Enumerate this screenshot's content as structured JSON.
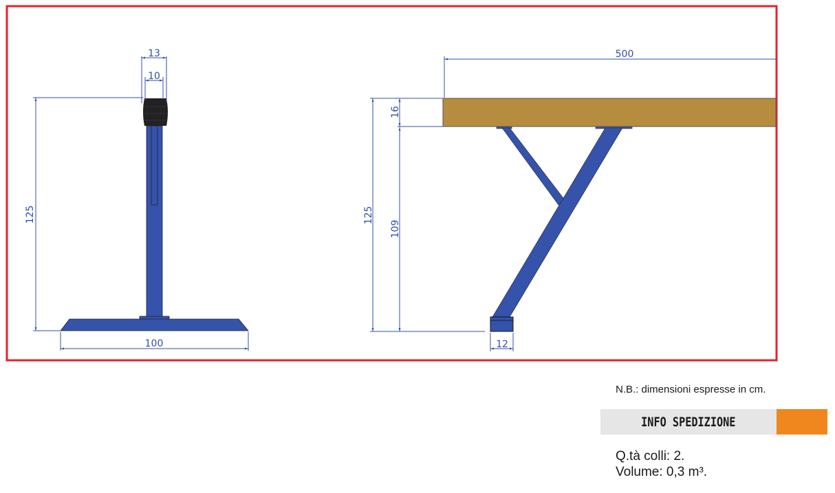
{
  "drawing": {
    "frame_color": "#e8202a",
    "dimension_color": "#2f4fae",
    "steel_color": "#3553aa",
    "wood_color": "#b68c3e",
    "grip_color": "#222222",
    "front_view": {
      "dim_grip_outer": "13",
      "dim_grip_inner": "10",
      "dim_height": "125",
      "dim_base_width": "100"
    },
    "side_view": {
      "dim_length": "500",
      "dim_top_thickness": "16",
      "dim_total_height": "125",
      "dim_leg_height": "109",
      "dim_foot_width": "12"
    }
  },
  "note": "N.B.: dimensioni espresse in cm.",
  "shipping": {
    "title": "INFO SPEDIZIONE",
    "accent_color": "#f0861e",
    "packages": "Q.tà colli: 2.",
    "volume": "Volume: 0,3 m³."
  }
}
